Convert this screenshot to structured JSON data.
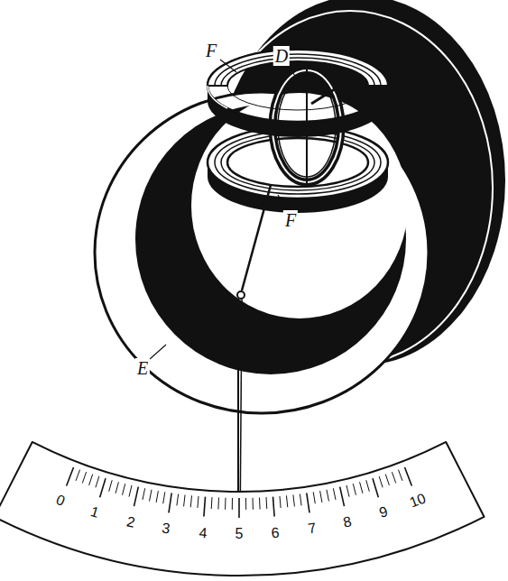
{
  "diagram": {
    "labels": [
      "F",
      "D",
      "F",
      "E",
      "0",
      "1",
      "2",
      "3",
      "4",
      "5",
      "6",
      "7",
      "8",
      "9",
      "10"
    ]
  }
}
